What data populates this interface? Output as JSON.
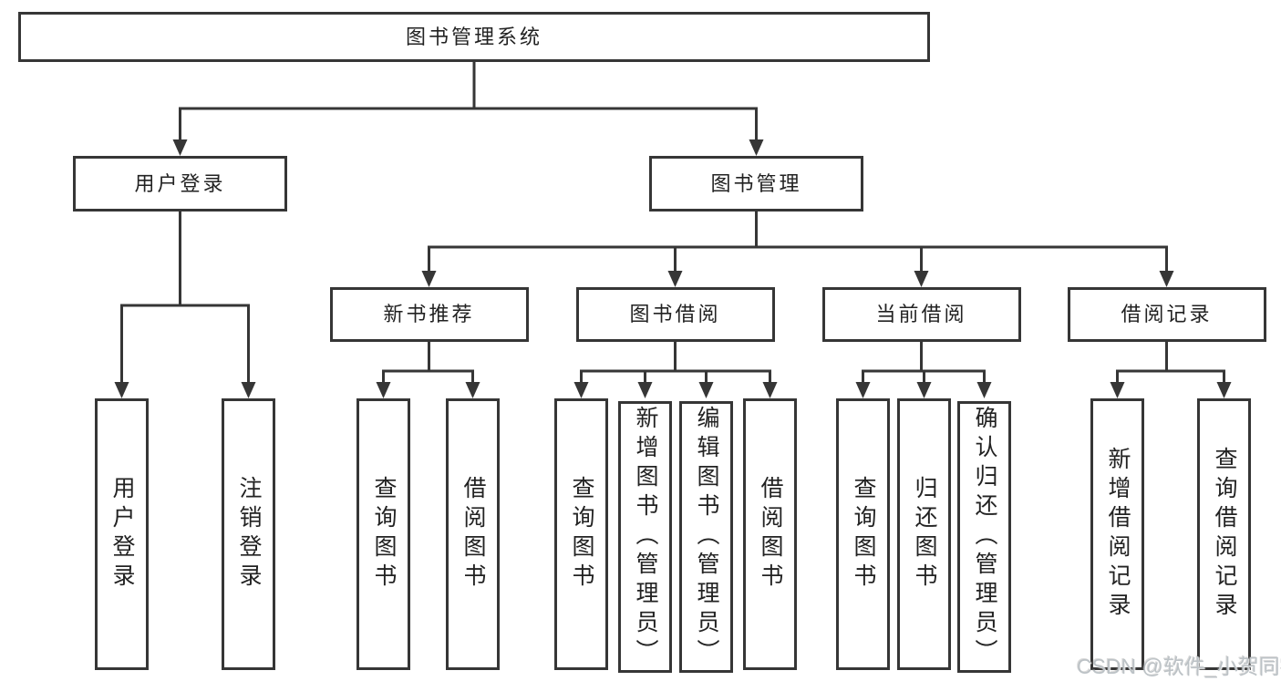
{
  "nodes": {
    "root": {
      "label": "图书管理系统"
    },
    "login": {
      "label": "用户登录",
      "children": [
        {
          "label": "用户登录"
        },
        {
          "label": "注销登录"
        }
      ]
    },
    "management": {
      "label": "图书管理",
      "sections": [
        {
          "label": "新书推荐",
          "children": [
            {
              "label": "查询图书"
            },
            {
              "label": "借阅图书"
            }
          ]
        },
        {
          "label": "图书借阅",
          "children": [
            {
              "label": "查询图书"
            },
            {
              "label": "新增图书（管理员）"
            },
            {
              "label": "编辑图书（管理员）"
            },
            {
              "label": "借阅图书"
            }
          ]
        },
        {
          "label": "当前借阅",
          "children": [
            {
              "label": "查询图书"
            },
            {
              "label": "归还图书"
            },
            {
              "label": "确认归还（管理员）"
            }
          ]
        },
        {
          "label": "借阅记录",
          "children": [
            {
              "label": "新增借阅记录"
            },
            {
              "label": "查询借阅记录"
            }
          ]
        }
      ]
    }
  },
  "watermark": {
    "text": "CSDN @软件_小贺同学"
  },
  "colors": {
    "line": "#363636",
    "text": "#222222",
    "background": "#ffffff",
    "watermark": "#bcc2c6"
  }
}
